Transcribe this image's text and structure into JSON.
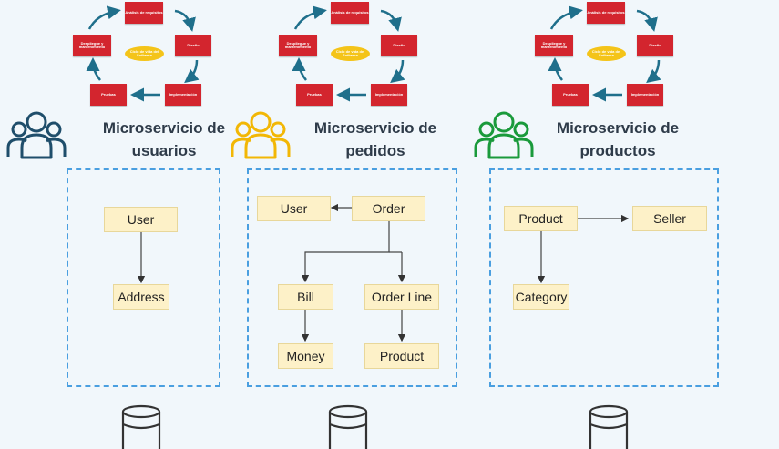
{
  "cycle": {
    "analysis": "Análisis de requisitos",
    "design": "Diseño",
    "implementation": "Implementación",
    "testing": "Pruebas",
    "deployment": "Despliegue y mantenimiento",
    "center": "Ciclo de vida del Software"
  },
  "services": [
    {
      "title_line1": "Microservicio de",
      "title_line2": "usuarios",
      "color": "#1f4e6b",
      "entities": [
        "User",
        "Address"
      ]
    },
    {
      "title_line1": "Microservicio de",
      "title_line2": "pedidos",
      "color": "#f2b705",
      "entities": [
        "User",
        "Order",
        "Bill",
        "Order Line",
        "Money",
        "Product"
      ]
    },
    {
      "title_line1": "Microservicio de",
      "title_line2": "productos",
      "color": "#1a9a3b",
      "entities": [
        "Product",
        "Seller",
        "Category"
      ]
    }
  ],
  "colors": {
    "background": "#f1f7fb",
    "cycle_box": "#d3252e",
    "cycle_center": "#f4c419",
    "cycle_arrow": "#1f6f8b",
    "dashed_border": "#4a9fe0",
    "entity_fill": "#fdf1c8"
  },
  "icons": [
    "users-icon",
    "database-icon",
    "arrow-icon"
  ]
}
